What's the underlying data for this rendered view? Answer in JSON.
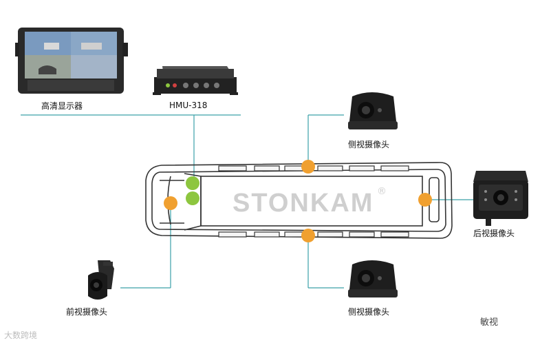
{
  "labels": {
    "monitor": "高清显示器",
    "recorder": "HMU-318",
    "side_top": "侧视摄像头",
    "side_bottom": "侧视摄像头",
    "rear": "后视摄像头",
    "front": "前视摄像头"
  },
  "brand": {
    "name": "STONKAM",
    "mark": "®"
  },
  "watermark": {
    "left": "大数跨境",
    "right": "敏视"
  },
  "colors": {
    "connector": "#f0a030",
    "camera_node": "#8dc63f",
    "line": "#3aa0a8"
  }
}
